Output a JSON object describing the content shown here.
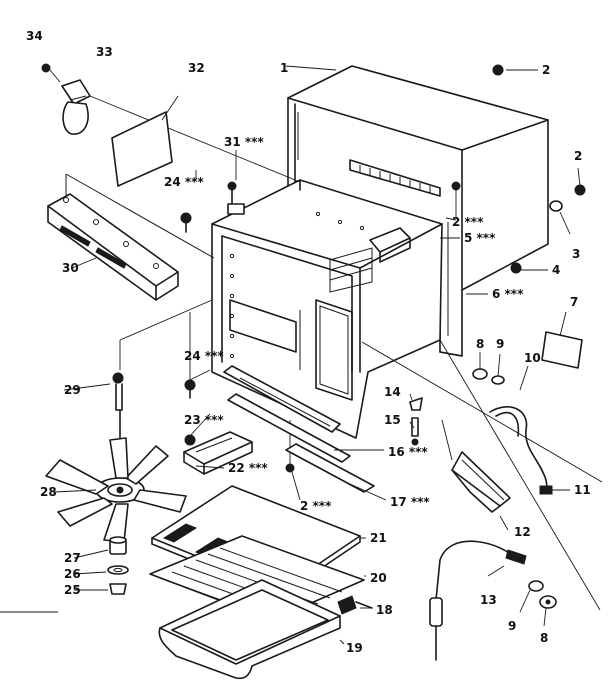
{
  "callouts": {
    "c1": "1",
    "c2a": "2",
    "c2b": "2",
    "c2c": "2 ***",
    "c2d": "2 ***",
    "c3": "3",
    "c4": "4",
    "c5": "5 ***",
    "c6": "6 ***",
    "c7": "7",
    "c8a": "8",
    "c8b": "8",
    "c9a": "9",
    "c9b": "9",
    "c10": "10",
    "c11": "11",
    "c12": "12",
    "c13": "13",
    "c14": "14",
    "c15": "15",
    "c16": "16 ***",
    "c17": "17 ***",
    "c18": "18",
    "c19": "19",
    "c20": "20",
    "c21": "21",
    "c22": "22 ***",
    "c23": "23 ***",
    "c24a": "24 ***",
    "c24b": "24 ***",
    "c25": "25",
    "c26": "26",
    "c27": "27",
    "c28": "28",
    "c29": "29",
    "c30": "30",
    "c31": "31 ***",
    "c32": "32",
    "c33": "33",
    "c34": "34"
  }
}
